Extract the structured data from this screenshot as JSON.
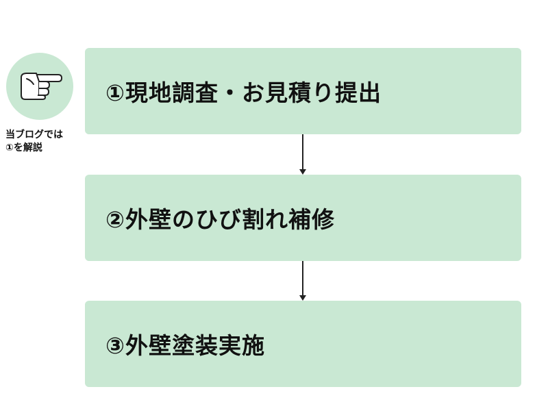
{
  "steps": [
    {
      "label": "①現地調査・お見積り提出"
    },
    {
      "label": "②外壁のひび割れ補修"
    },
    {
      "label": "③外壁塗装実施"
    }
  ],
  "note": {
    "icon": "pointing-hand-icon",
    "line1": "当ブログでは",
    "line2": "①を解説"
  },
  "colors": {
    "box_fill": "#c9e8d3",
    "text": "#111111",
    "arrow": "#222222"
  }
}
